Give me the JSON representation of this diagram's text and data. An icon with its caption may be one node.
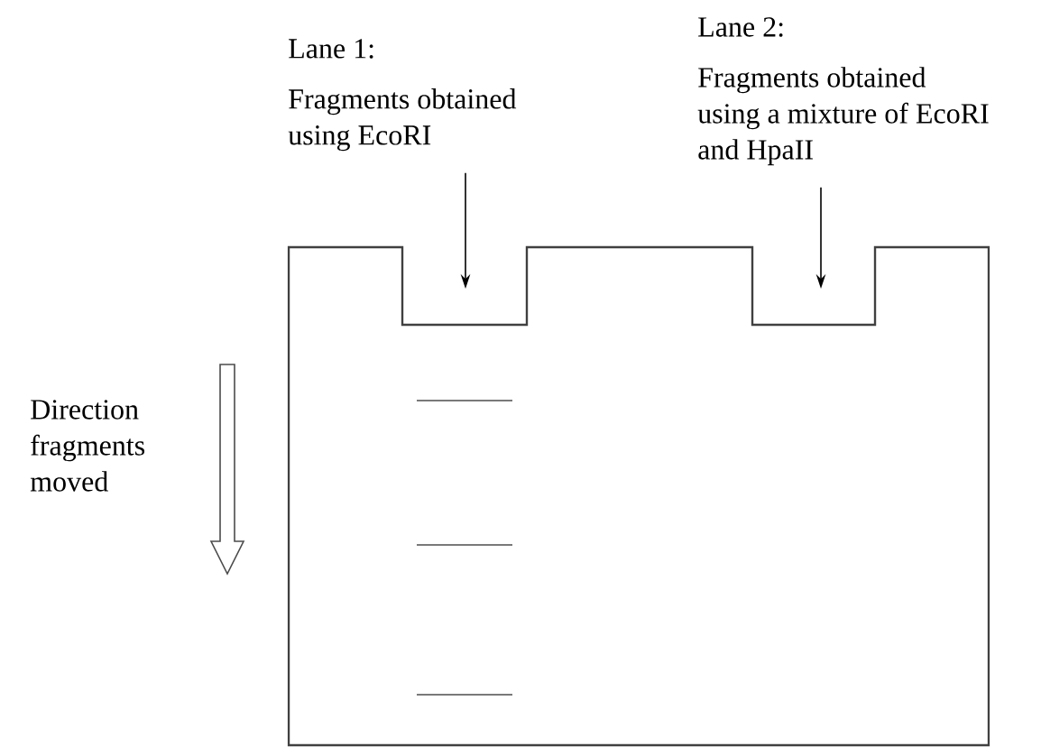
{
  "diagram": {
    "nodes": [
      {
        "text": [
          "Lane 1:",
          "Fragments obtained using EcoRI"
        ]
      },
      {
        "text": [
          "Lane 2:",
          "Fragments obtained using a mixture of EcoRI and HpaII"
        ]
      }
    ],
    "edges": [
      {
        "from": 0,
        "to": null,
        "arrow": "to"
      },
      {
        "from": 1,
        "to": null,
        "arrow": "to"
      }
    ],
    "labels": [
      "Direction fragments moved"
    ]
  }
}
